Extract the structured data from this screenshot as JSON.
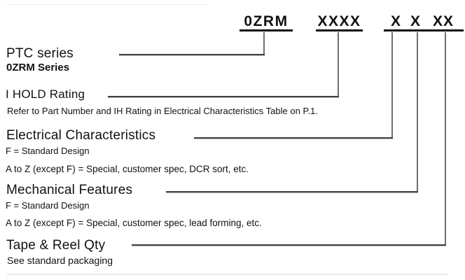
{
  "part_number": {
    "prefix": "0ZRM",
    "ih_code": "XXXX",
    "elec_code": "X",
    "mech_code": "X",
    "reel_code": "XX"
  },
  "sections": [
    {
      "title": "PTC series",
      "note": "0ZRM Series"
    },
    {
      "title": "I HOLD Rating",
      "note": "Refer to Part Number and IH Rating in Electrical Characteristics Table on P.1."
    },
    {
      "title": "Electrical Characteristics",
      "note1": "F = Standard Design",
      "note2": "A to Z (except F) = Special, customer spec, DCR sort, etc."
    },
    {
      "title": "Mechanical Features",
      "note1": "F = Standard Design",
      "note2": "A to Z (except F) = Special, customer spec, lead forming, etc."
    },
    {
      "title": "Tape & Reel Qty",
      "note": "See standard packaging"
    }
  ],
  "colors": {
    "text": "#111111",
    "underline": "#0d0d0d",
    "connector": "#414141"
  }
}
